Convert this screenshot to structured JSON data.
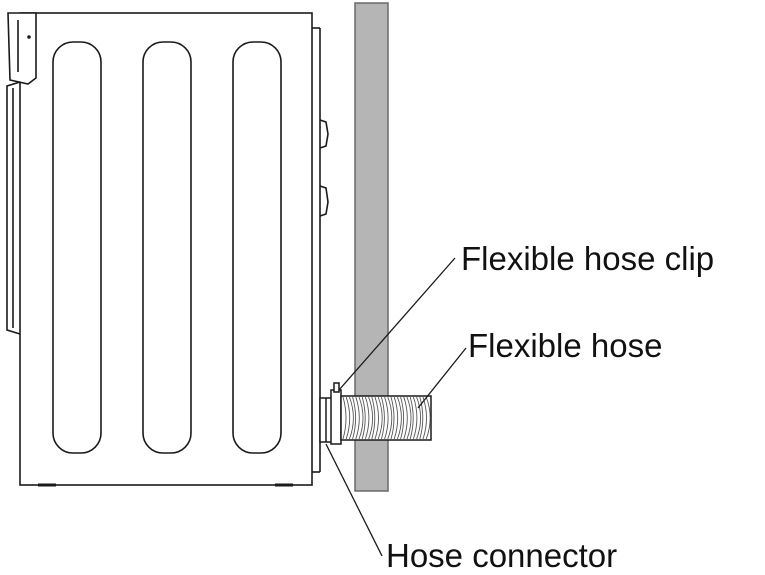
{
  "labels": {
    "clip": "Flexible hose clip",
    "hose": "Flexible hose",
    "connector": "Hose connector"
  },
  "colors": {
    "line": "#1a1a1a",
    "wall": "#b5b5b5",
    "background": "#ffffff"
  }
}
